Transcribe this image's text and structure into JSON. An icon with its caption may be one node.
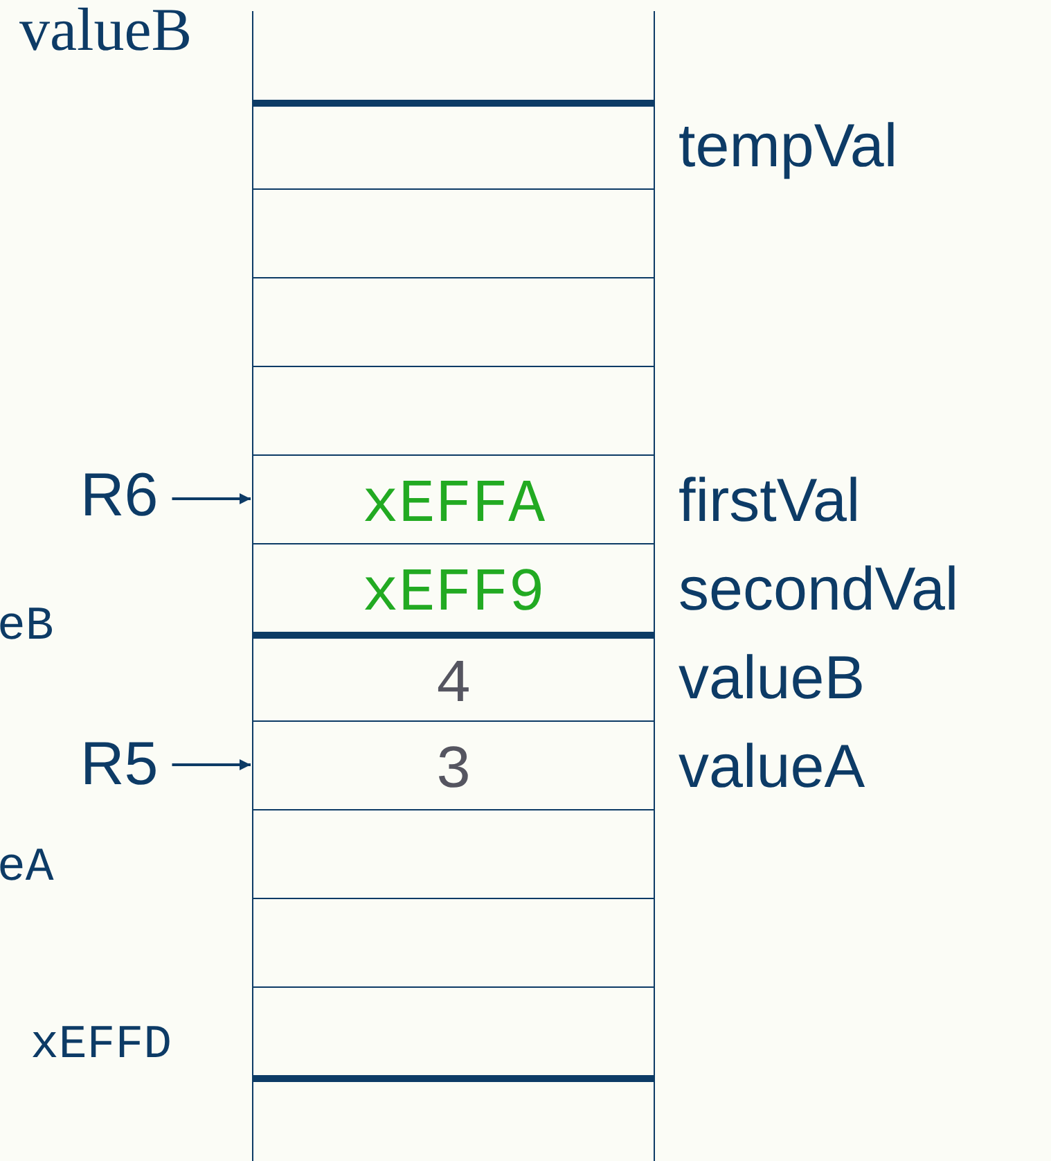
{
  "diagram": {
    "nodes": [
      {
        "text": [],
        "shape": "box"
      },
      {
        "text": [],
        "shape": "box",
        "beside": [
          "tempVal"
        ]
      },
      {
        "text": [],
        "shape": "box"
      },
      {
        "text": [],
        "shape": "box"
      },
      {
        "text": [],
        "shape": "box"
      },
      {
        "text": [
          "xEFFA"
        ],
        "beside": [
          "firstVal"
        ]
      },
      {
        "text": [
          "xEFF9"
        ],
        "beside": [
          "secondVal"
        ]
      },
      {
        "text": [
          "4"
        ],
        "beside": [
          "valueB"
        ]
      },
      {
        "text": [
          "3"
        ],
        "beside": [
          "valueA"
        ]
      },
      {
        "text": [],
        "shape": "box"
      },
      {
        "text": [],
        "shape": "box"
      },
      {
        "text": [],
        "shape": "box"
      },
      {
        "text": [],
        "shape": "box"
      },
      {
        "text": [
          "R6"
        ]
      },
      {
        "text": [
          "R5"
        ]
      }
    ],
    "edges": [
      {
        "from": 13,
        "to": 5,
        "arrow": "to"
      },
      {
        "from": 14,
        "to": 8,
        "arrow": "to"
      }
    ],
    "labels": [
      "valueB",
      "eB",
      "eA",
      "xEFFD"
    ]
  }
}
